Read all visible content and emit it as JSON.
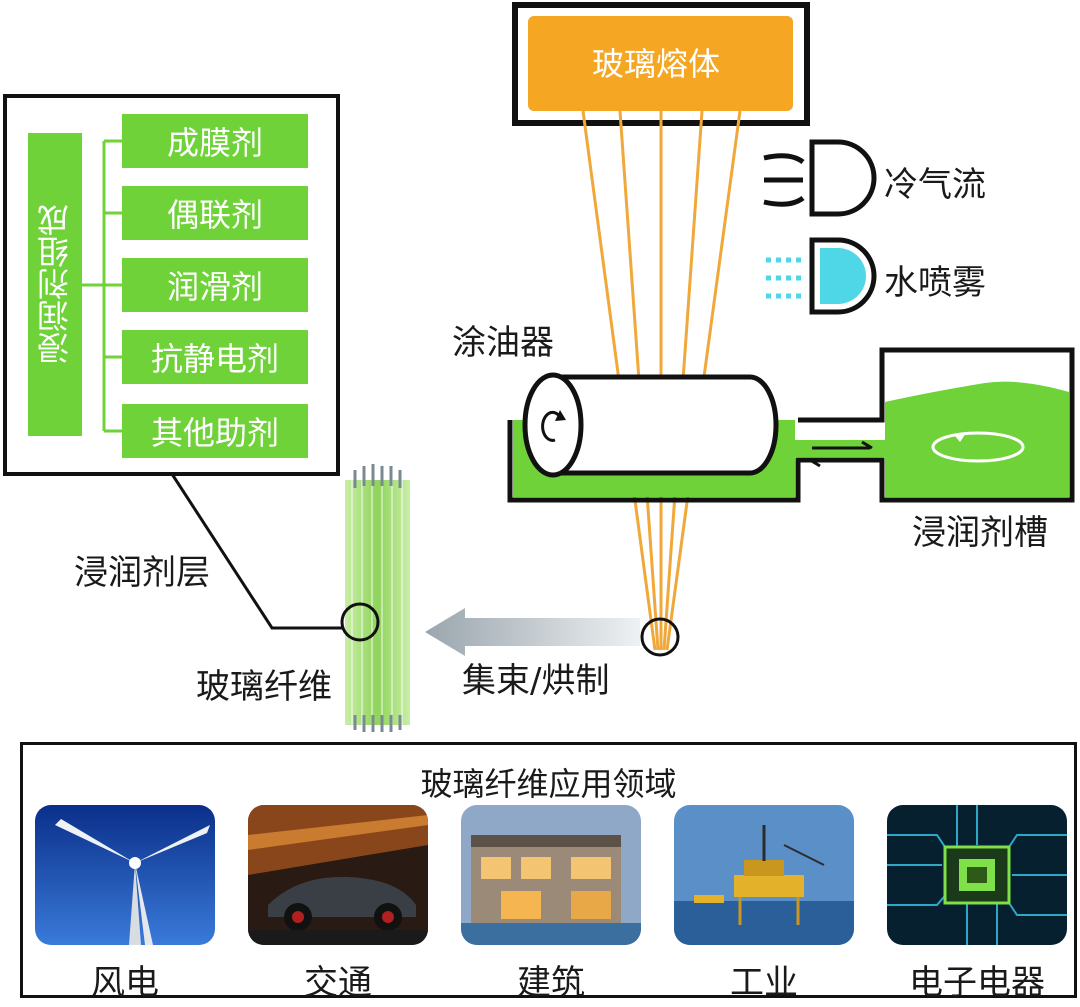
{
  "melt_label": "玻璃熔体",
  "cold_air_label": "冷气流",
  "water_spray_label": "水喷雾",
  "oiler_label": "涂油器",
  "tank_label": "浸润剂槽",
  "sizing_title": "浸润剂组成",
  "sizing_components": [
    "成膜剂",
    "偶联剂",
    "润滑剂",
    "抗静电剂",
    "其他助剂"
  ],
  "sizing_layer_label": "浸润剂层",
  "bundling_label": "集束/烘制",
  "fiber_label": "玻璃纤维",
  "applications": {
    "title": "玻璃纤维应用领域",
    "items": [
      {
        "label": "风电",
        "icon": "wind-turbine-photo"
      },
      {
        "label": "交通",
        "icon": "sports-car-photo"
      },
      {
        "label": "建筑",
        "icon": "modern-house-photo"
      },
      {
        "label": "工业",
        "icon": "offshore-platform-photo"
      },
      {
        "label": "电子电器",
        "icon": "circuit-chip-photo"
      }
    ]
  },
  "colors": {
    "melt": "#f5a623",
    "fiber_strand": "#f0a83a",
    "sizing_green": "#6fd238",
    "water_blue": "#4fd7e8",
    "arrow_gray": "#b8c0c6"
  }
}
